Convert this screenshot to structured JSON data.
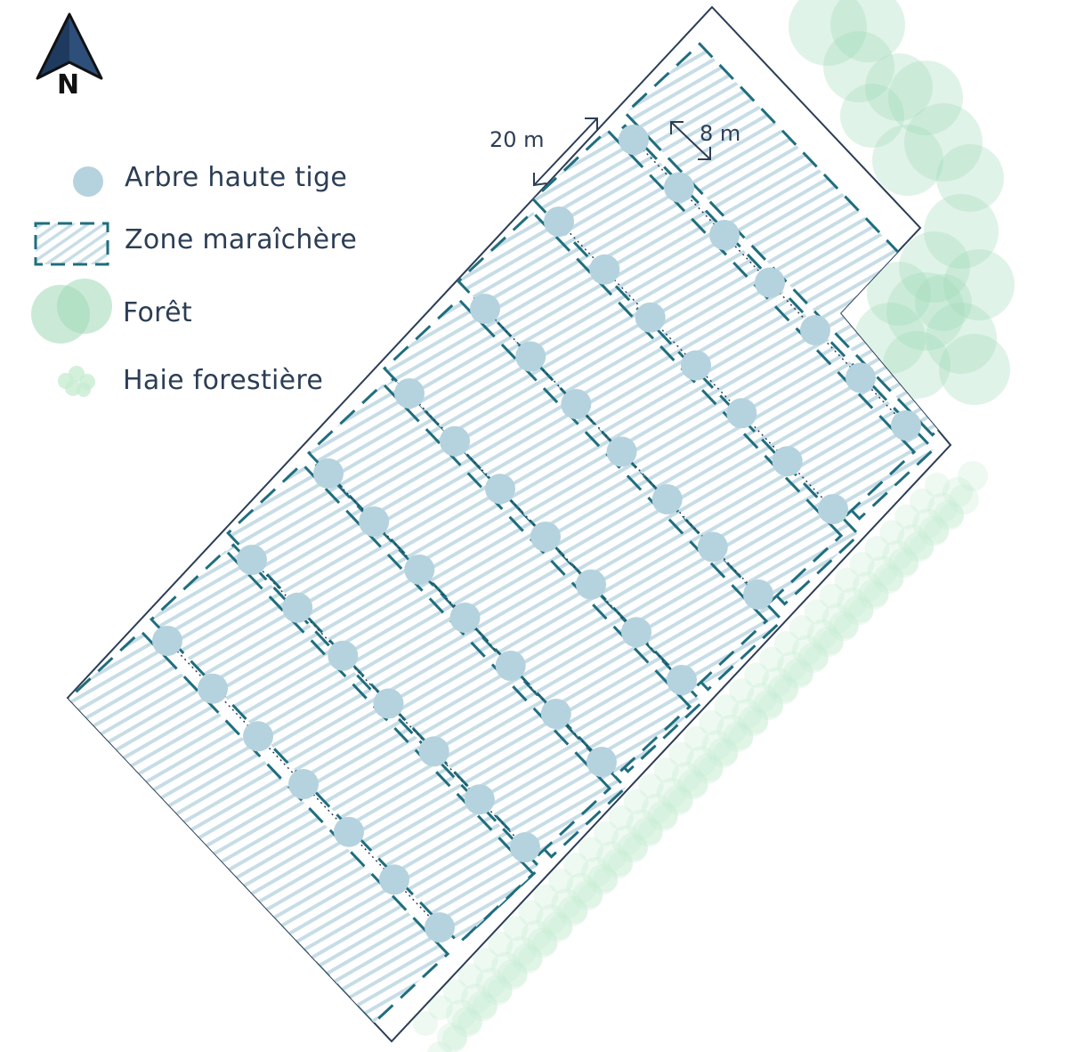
{
  "north": {
    "label": "N"
  },
  "legend": {
    "tree": "Arbre haute tige",
    "zone": "Zone maraîchère",
    "forest": "Forêt",
    "hedge": "Haie forestière"
  },
  "dimensions": {
    "row_spacing": "20 m",
    "strip_width": "8 m"
  },
  "colors": {
    "outline": "#2c3e55",
    "zone_border": "#1f6e7e",
    "zone_hatch": "#c7dde6",
    "tree": "#b5d3de",
    "forest": "#9fd9b6",
    "hedge": "#c8ecd2",
    "text": "#2c3e55"
  },
  "icons": {
    "north": "north-arrow-icon",
    "tree": "tree-circle-icon",
    "zone": "hatched-zone-icon",
    "forest": "forest-circles-icon",
    "hedge": "hedge-circles-icon"
  },
  "tree_rows": {
    "count": 7
  }
}
